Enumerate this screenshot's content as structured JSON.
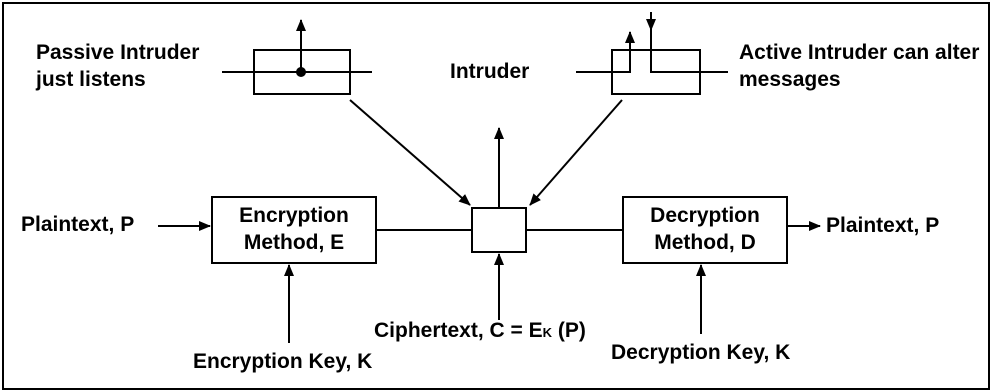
{
  "labels": {
    "passive_line1": "Passive Intruder",
    "passive_line2": "just listens",
    "intruder": "Intruder",
    "active_line1": "Active Intruder can alter",
    "active_line2": "messages",
    "plaintext_in": "Plaintext, P",
    "plaintext_out": "Plaintext, P",
    "encryption_line1": "Encryption",
    "encryption_line2": "Method, E",
    "decryption_line1": "Decryption",
    "decryption_line2": "Method, D",
    "ciphertext_prefix": "Ciphertext, C = E",
    "ciphertext_sub": "K",
    "ciphertext_suffix": " (P)",
    "encryption_key": "Encryption Key, K",
    "decryption_key": "Decryption Key, K"
  },
  "colors": {
    "ink": "#000000",
    "background": "#ffffff"
  }
}
